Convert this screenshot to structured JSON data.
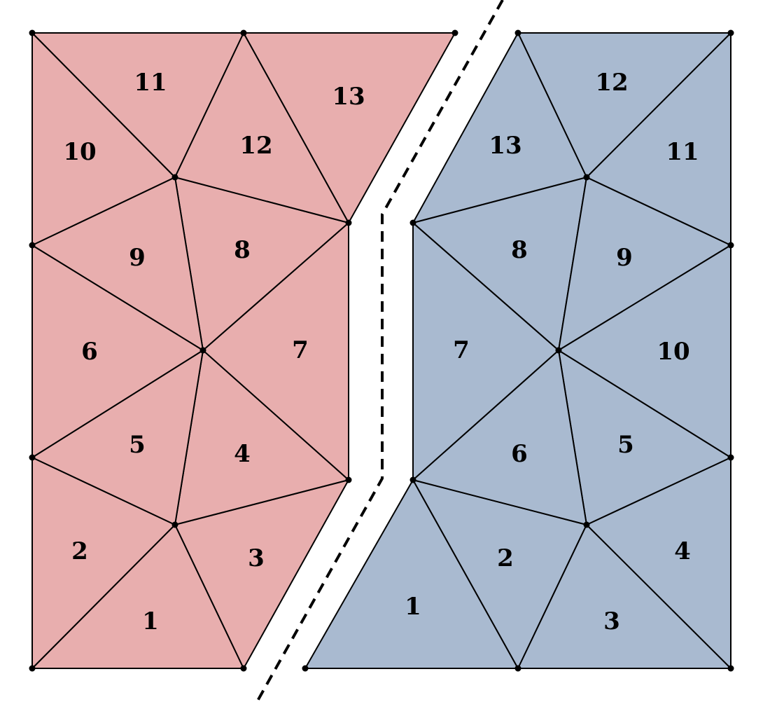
{
  "colors": {
    "left_fill": "#e8aeae",
    "right_fill": "#a9bad0",
    "edge": "#000000"
  },
  "left_mesh": {
    "labels": [
      "1",
      "2",
      "3",
      "4",
      "5",
      "6",
      "7",
      "8",
      "9",
      "10",
      "11",
      "12",
      "13"
    ]
  },
  "right_mesh": {
    "labels": [
      "1",
      "2",
      "3",
      "4",
      "5",
      "6",
      "7",
      "8",
      "9",
      "10",
      "11",
      "12",
      "13"
    ]
  },
  "cut_line": {
    "style": "dashed"
  }
}
